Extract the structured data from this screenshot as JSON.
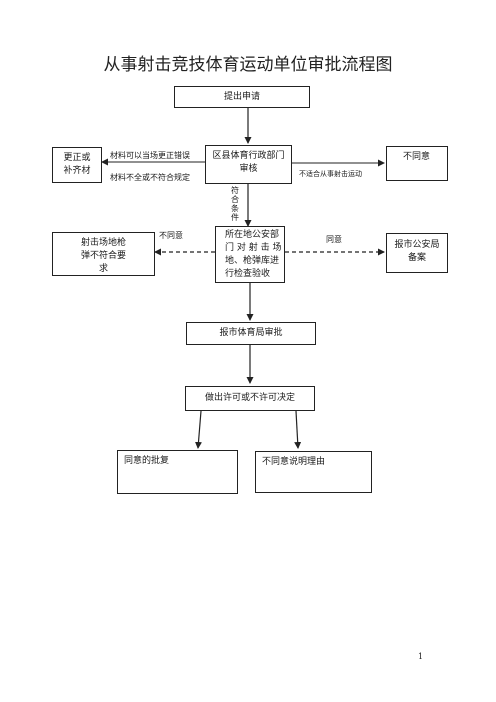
{
  "title": "从事射击竞技体育运动单位审批流程图",
  "nodes": {
    "apply": "提出申请",
    "district_review_line1": "区县体育行政部门",
    "district_review_line2": "审核",
    "correct_line1": "更正或",
    "correct_line2": "补齐材",
    "disagree_top": "不同意",
    "police_inspect_line1": "所在地公安部",
    "police_inspect_line2": "门 对 射 击 场",
    "police_inspect_line3": "地、枪弹库进",
    "police_inspect_line4": "行检查验收",
    "range_fail_line1": "射击场地枪",
    "range_fail_line2": "弹不符合要",
    "range_fail_line3": "求",
    "police_record_line1": "报市公安局",
    "police_record_line2": "备案",
    "city_approval": "报市体育局审批",
    "decision": "做出许可或不许可决定",
    "approve_reply": "同意的批复",
    "reject_reason": "不同意说明理由"
  },
  "edge_labels": {
    "can_correct": "材料可以当场更正错误",
    "incomplete": "材料不全或不符合规定",
    "not_suitable": "不适合从事射击运动",
    "qualified_chars": [
      "符",
      "合",
      "条",
      "件"
    ],
    "disagree": "不同意",
    "agree": "同意"
  },
  "page_number": "1"
}
